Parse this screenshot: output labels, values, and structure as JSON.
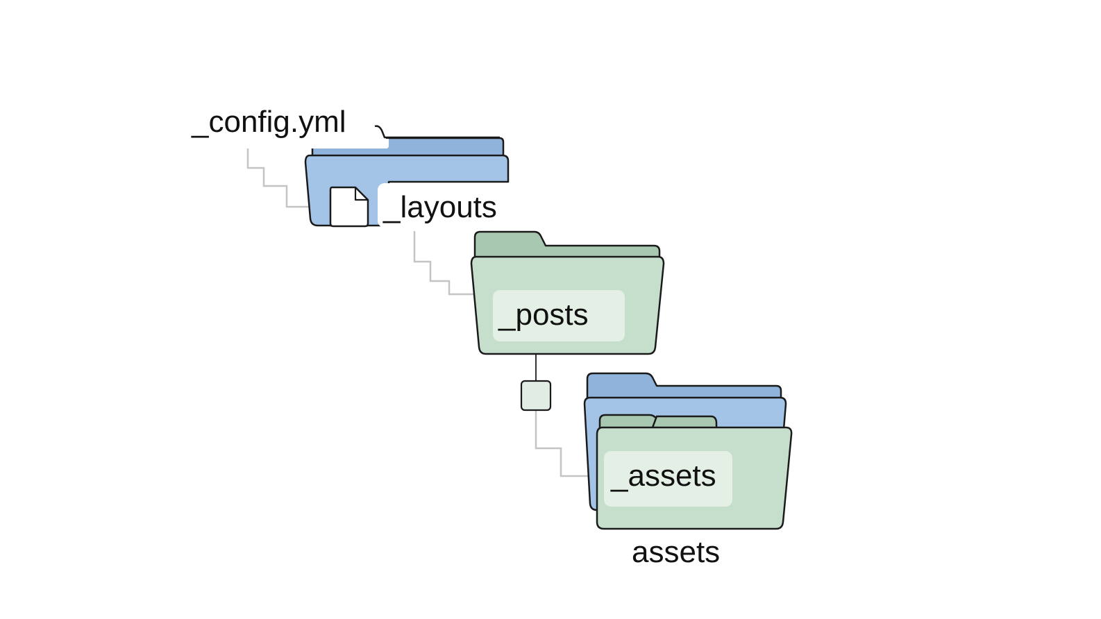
{
  "labels": {
    "config": "_config.yml",
    "layouts": "_layouts",
    "posts": "_posts",
    "assets_inner": "_assets",
    "assets_caption": "assets"
  },
  "colors": {
    "blue_folder": "#a3c4e6",
    "blue_folder_shade": "#8fb3da",
    "green_folder": "#c6dfcc",
    "green_folder_shade": "#a9c8b1",
    "label_pill": "#e4efe6",
    "outline": "#1a1a1a",
    "connector": "#c4c4c4"
  },
  "icons": {
    "config_file": "document-icon",
    "small_node": "square-node-icon"
  }
}
